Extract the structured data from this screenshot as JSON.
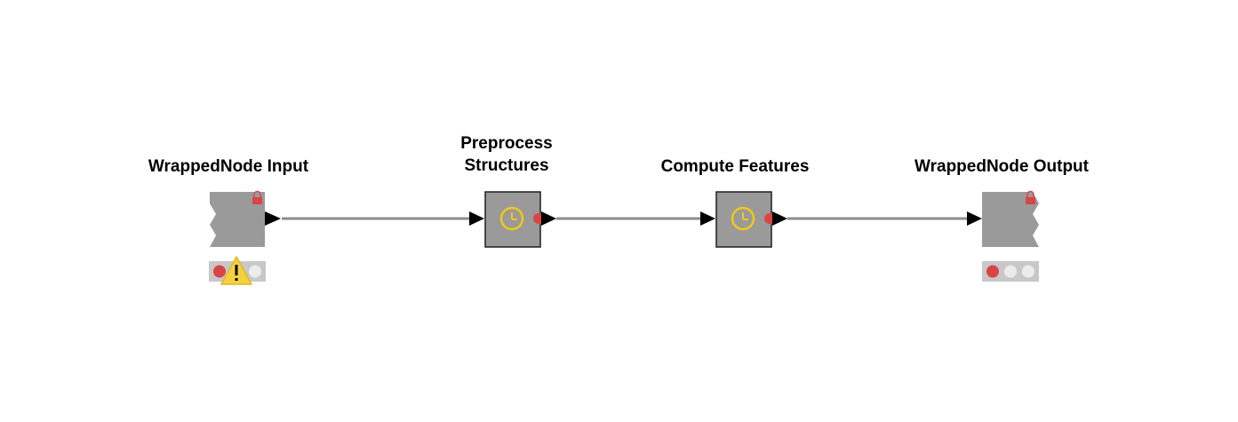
{
  "workflow": {
    "nodes": {
      "input": {
        "title": "WrappedNode Input",
        "status": {
          "red": true,
          "yellow": false,
          "green": false,
          "warning": true
        }
      },
      "preprocess": {
        "title_line1": "Preprocess",
        "title_line2": "Structures"
      },
      "compute": {
        "title": "Compute Features"
      },
      "output": {
        "title": "WrappedNode Output",
        "status": {
          "red": true,
          "yellow": false,
          "green": false,
          "warning": false
        }
      }
    },
    "colors": {
      "node_fill": "#9a9a9a",
      "node_border": "#1f1f1f",
      "connection": "#8c8c8c",
      "port_arrow": "#000000",
      "port_dot": "#d94545",
      "clock": "#f3c814",
      "status_bar": "#c8c8c8",
      "status_off": "#ececec",
      "warning": "#f4d23c"
    }
  }
}
